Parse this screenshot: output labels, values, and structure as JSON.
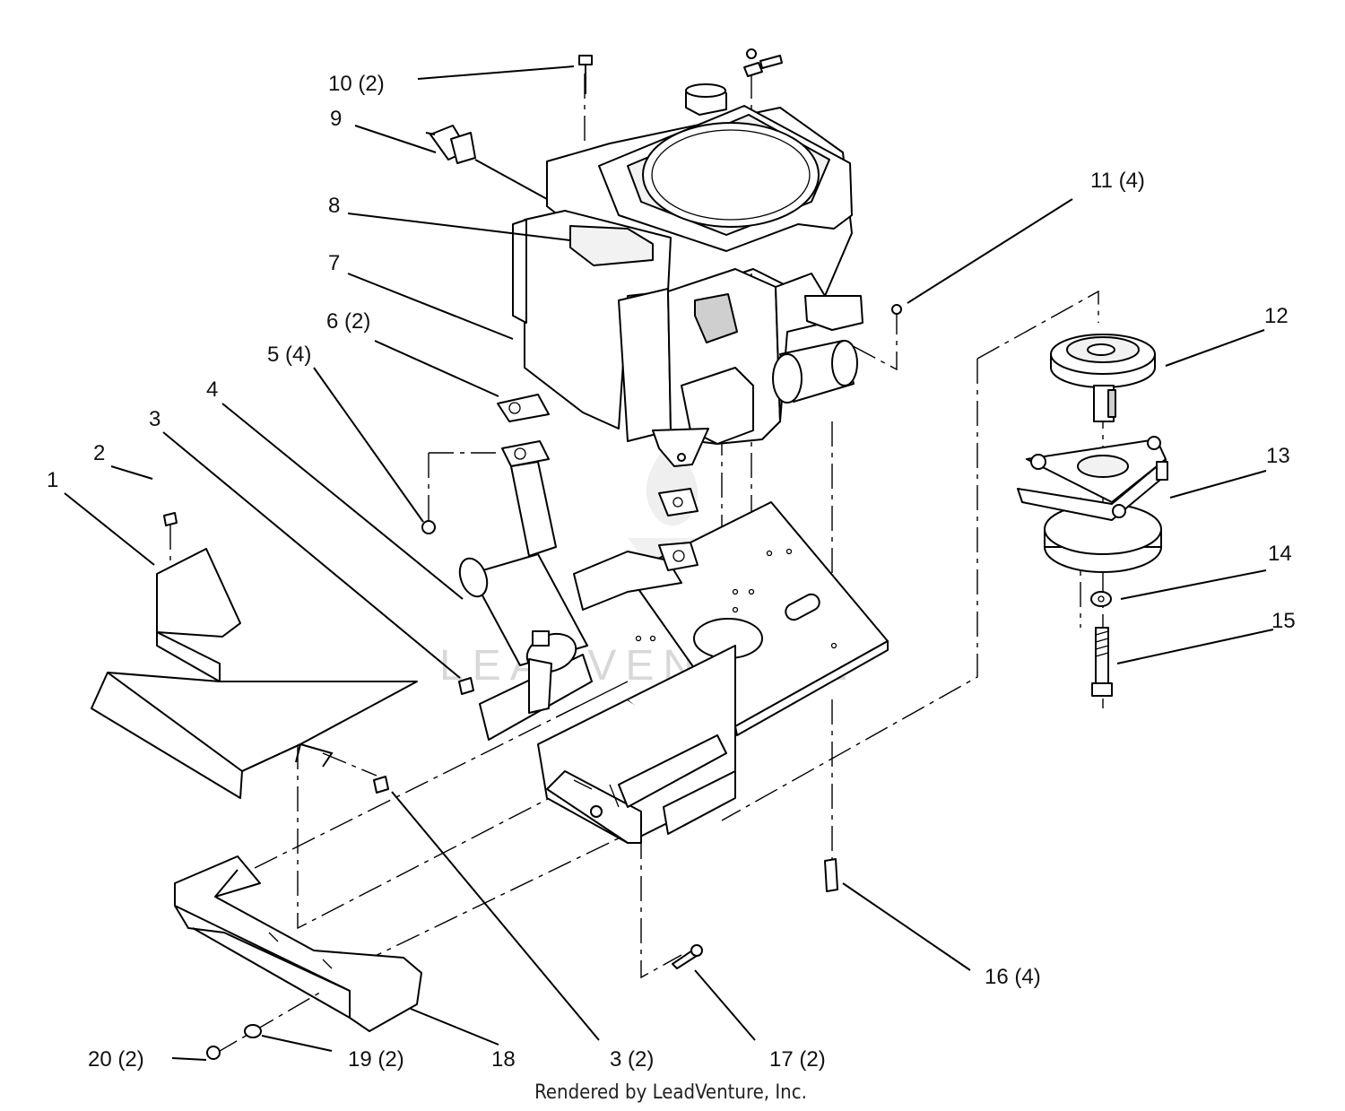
{
  "diagram": {
    "callouts": [
      {
        "id": "c1",
        "text": "1"
      },
      {
        "id": "c2",
        "text": "2"
      },
      {
        "id": "c3",
        "text": "3"
      },
      {
        "id": "c3b",
        "text": "3 (2)"
      },
      {
        "id": "c4",
        "text": "4"
      },
      {
        "id": "c5",
        "text": "5 (4)"
      },
      {
        "id": "c6",
        "text": "6 (2)"
      },
      {
        "id": "c7",
        "text": "7"
      },
      {
        "id": "c8",
        "text": "8"
      },
      {
        "id": "c9",
        "text": "9"
      },
      {
        "id": "c10",
        "text": "10 (2)"
      },
      {
        "id": "c11",
        "text": "11 (4)"
      },
      {
        "id": "c12",
        "text": "12"
      },
      {
        "id": "c13",
        "text": "13"
      },
      {
        "id": "c14",
        "text": "14"
      },
      {
        "id": "c15",
        "text": "15"
      },
      {
        "id": "c16",
        "text": "16 (4)"
      },
      {
        "id": "c17",
        "text": "17 (2)"
      },
      {
        "id": "c18",
        "text": "18"
      },
      {
        "id": "c19",
        "text": "19 (2)"
      },
      {
        "id": "c20",
        "text": "20 (2)"
      }
    ],
    "watermark": "LEADVENTURE",
    "footer": "Rendered by LeadVenture, Inc."
  }
}
